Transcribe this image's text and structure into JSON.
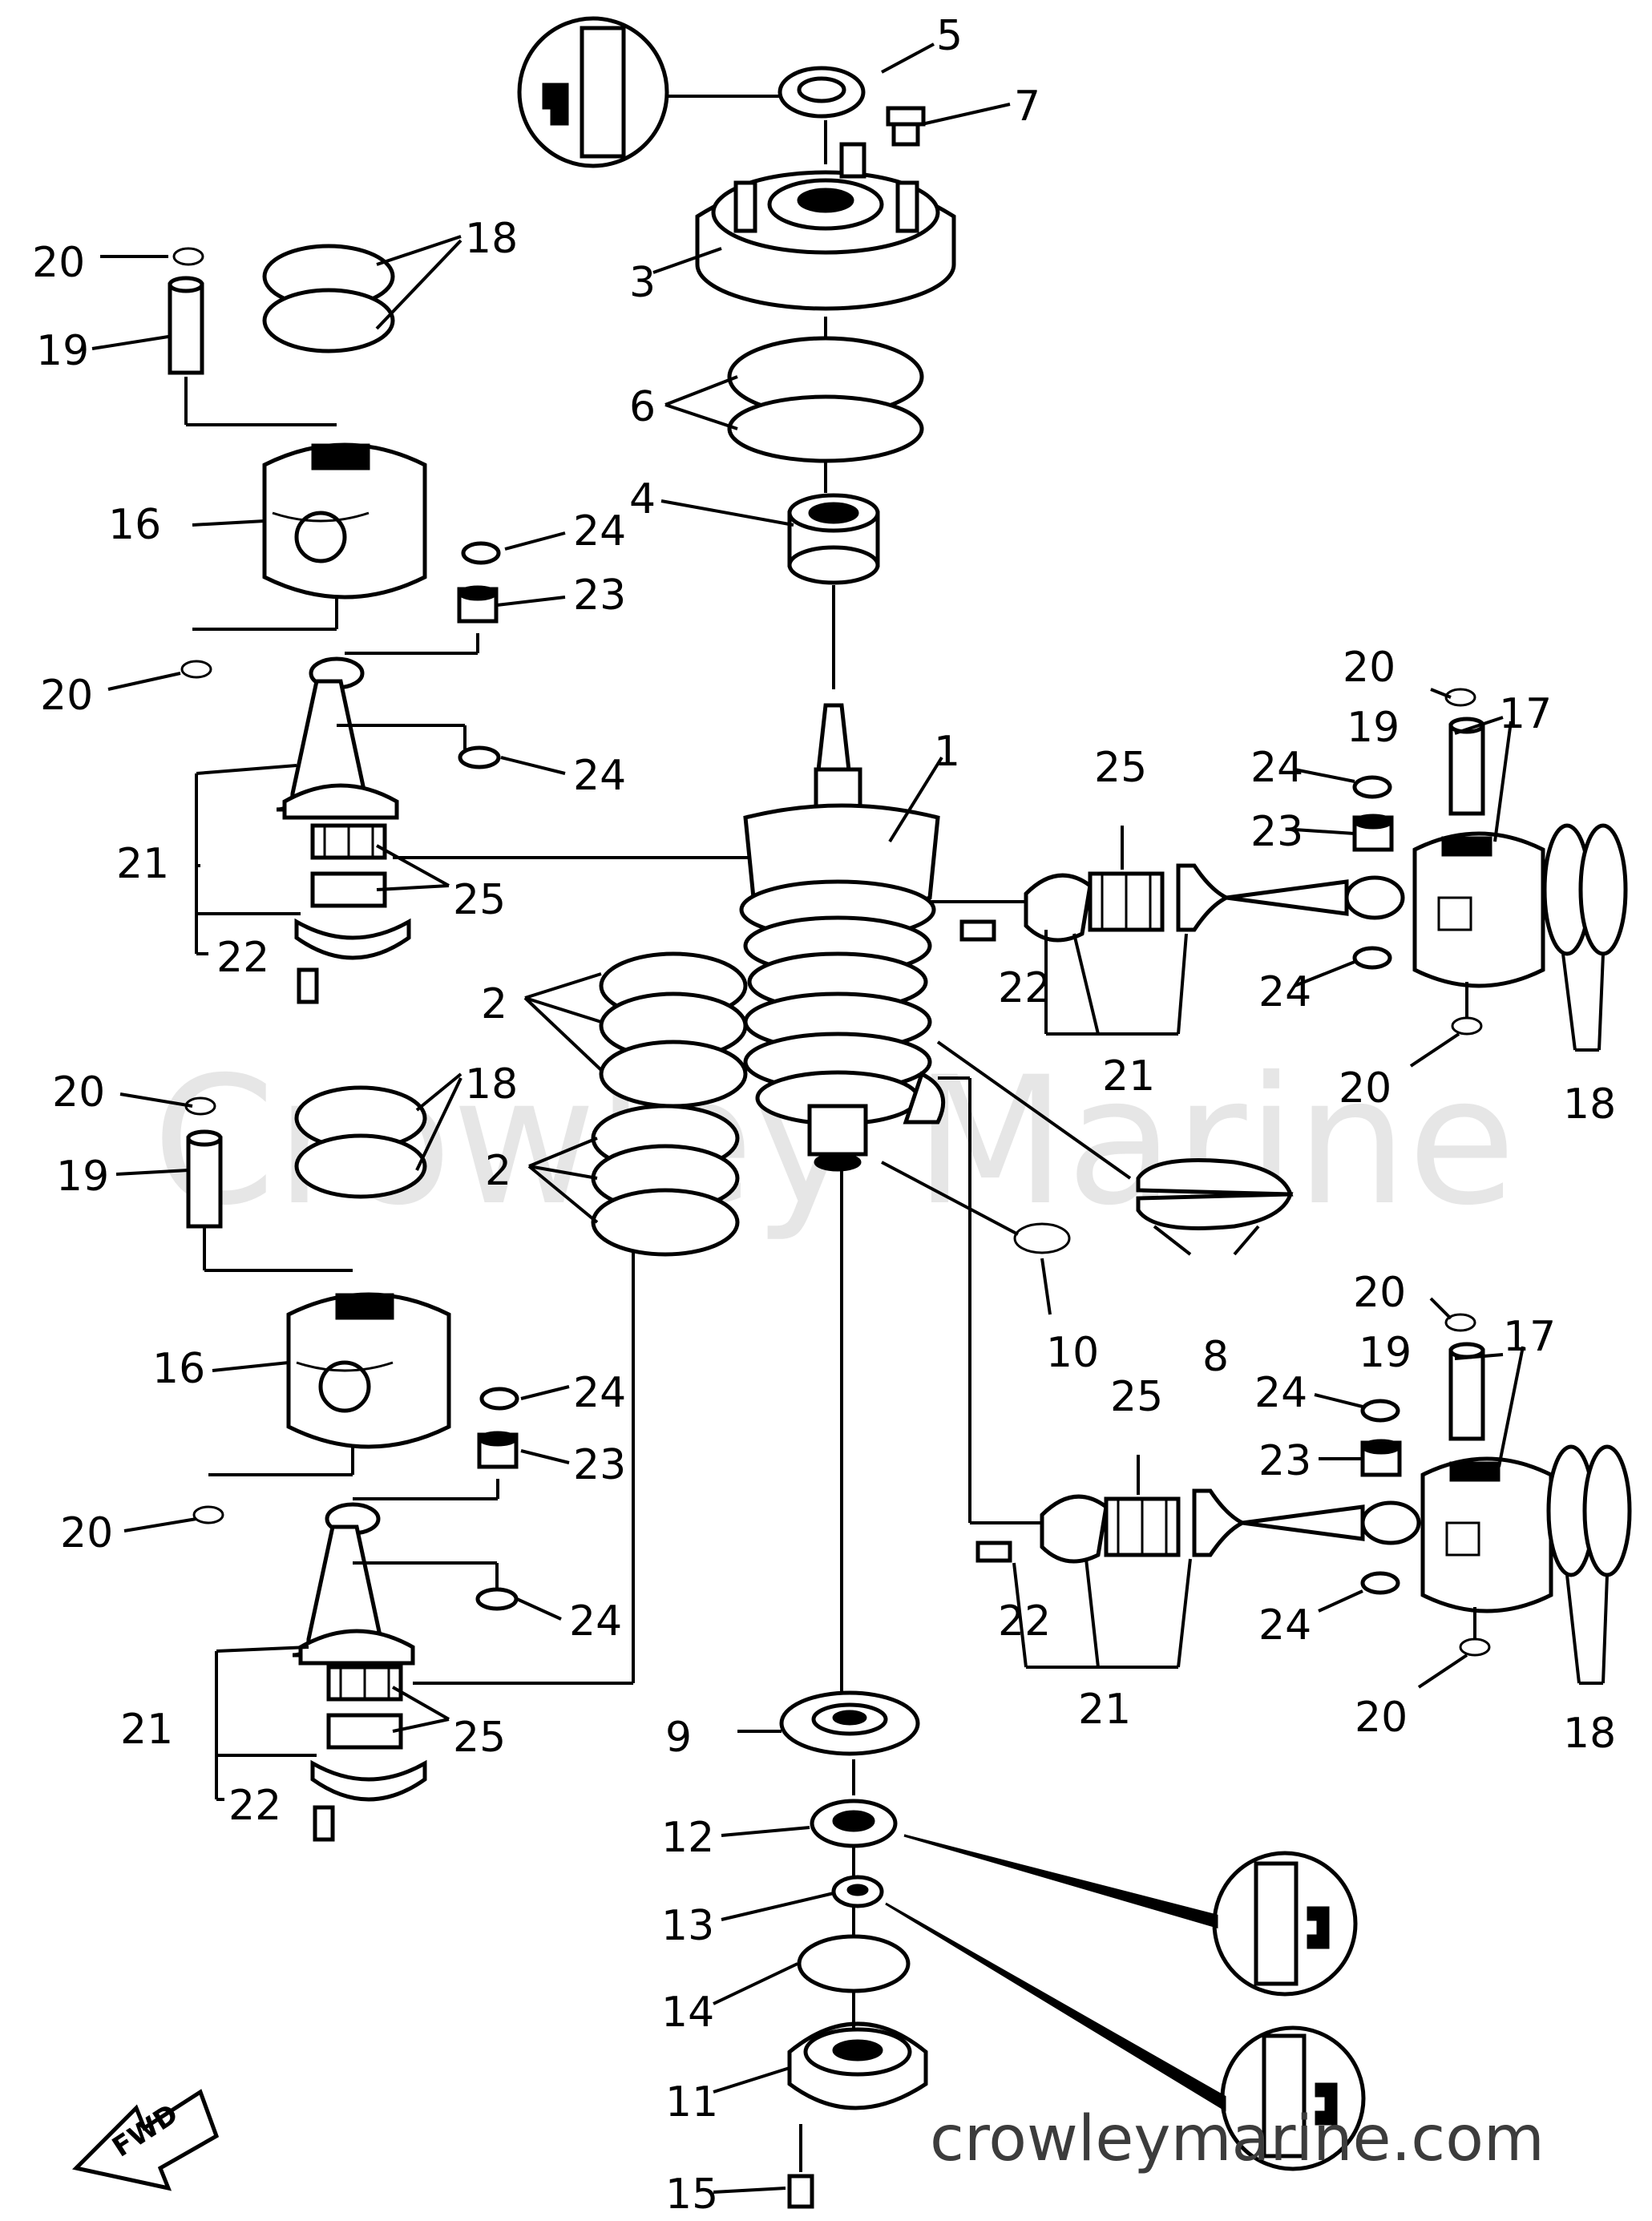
{
  "watermark": "Crowley Marine",
  "site_credit": "crowleymarine.com",
  "direction_arrow": "FWD",
  "callouts": {
    "c1": "1",
    "c2a": "2",
    "c2b": "2",
    "c3": "3",
    "c4": "4",
    "c5": "5",
    "c6": "6",
    "c7": "7",
    "c8": "8",
    "c9": "9",
    "c10": "10",
    "c11": "11",
    "c12": "12",
    "c13": "13",
    "c14": "14",
    "c15": "15",
    "c16a": "16",
    "c16b": "16",
    "c17a": "17",
    "c17b": "17",
    "c18a": "18",
    "c18b": "18",
    "c18c": "18",
    "c18d": "18",
    "c19a": "19",
    "c19b": "19",
    "c19c": "19",
    "c19d": "19",
    "c20a": "20",
    "c20b": "20",
    "c20c": "20",
    "c20d": "20",
    "c20e": "20",
    "c20f": "20",
    "c20g": "20",
    "c20h": "20",
    "c21a": "21",
    "c21b": "21",
    "c21c": "21",
    "c21d": "21",
    "c22a": "22",
    "c22b": "22",
    "c22c": "22",
    "c22d": "22",
    "c23a": "23",
    "c23b": "23",
    "c23c": "23",
    "c23d": "23",
    "c24a": "24",
    "c24b": "24",
    "c24c": "24",
    "c24d": "24",
    "c24e": "24",
    "c24f": "24",
    "c24g": "24",
    "c24h": "24",
    "c25a": "25",
    "c25b": "25",
    "c25c": "25",
    "c25d": "25"
  }
}
